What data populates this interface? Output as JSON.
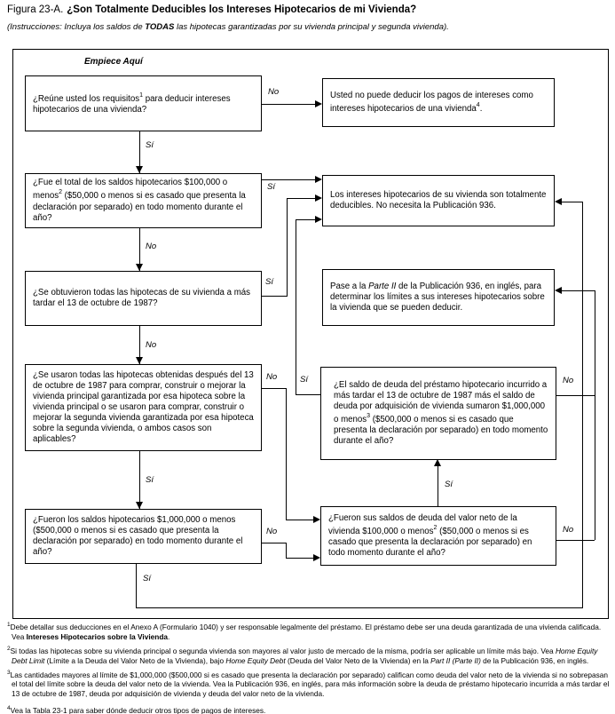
{
  "header": {
    "figure_label": "Figura 23-A.",
    "title": "¿Son Totalmente Deducibles los Intereses Hipotecarios de mi Vivienda?",
    "instructions_pre": "(Instrucciones: Incluya los saldos de ",
    "instructions_bold": "TODAS",
    "instructions_post": " las hipotecas garantizadas por su vivienda principal y segunda vivienda)."
  },
  "flowchart": {
    "start_label": "Empiece Aquí",
    "yes": "Sí",
    "no": "No",
    "boxes": {
      "q1": {
        "pre": "¿Reúne usted los requisitos",
        "sup": "1",
        "post": " para deducir intereses hipotecarios de una vivienda?"
      },
      "no_deduct": {
        "pre": "Usted no puede deducir los pagos de intereses como intereses hipotecarios de una vivienda",
        "sup": "4",
        "post": "."
      },
      "q2": {
        "pre": "¿Fue el total de los saldos hipotecarios $100,000 o menos",
        "sup": "2",
        "post": " ($50,000 o menos si es casado que presenta la declaración por separado) en todo momento durante el año?"
      },
      "fully_deductible": {
        "text": "Los intereses hipotecarios de su vivienda son totalmente deducibles. No necesita la Publicación 936."
      },
      "q3": {
        "text": "¿Se obtuvieron todas las hipotecas de su vivienda a más tardar el 13 de octubre de 1987?"
      },
      "part2": {
        "pre": "Pase a la ",
        "italic": "Parte II",
        "post": " de la Publicación 936, en inglés, para determinar los límites a sus intereses hipotecarios sobre la vivienda que se pueden deducir."
      },
      "q4": {
        "text": "¿Se usaron todas las hipotecas obtenidas después del 13 de octubre de 1987 para comprar, construir o mejorar la vivienda principal garantizada por esa hipoteca sobre la vivienda principal o se usaron para comprar, construir o mejorar la segunda vivienda garantizada por esa hipoteca sobre la segunda vivienda, o ambos casos son aplicables?"
      },
      "q_grandfathered": {
        "pre": "¿El saldo de deuda del préstamo hipotecario incurrido a más tardar el 13 de octubre de 1987 más el saldo de deuda por adquisición de vivienda sumaron $1,000,000 o menos",
        "sup": "3",
        "post": " ($500,000 o menos si es casado que presenta la declaración por separado) en todo momento durante el año?"
      },
      "q5": {
        "text": "¿Fueron los saldos hipotecarios $1,000,000 o menos ($500,000 o menos si es casado que presenta la declaración por separado) en todo momento durante el año?"
      },
      "q_home_equity": {
        "pre": "¿Fueron sus saldos de deuda del valor neto de la vivienda $100,000 o menos",
        "sup": "2",
        "post": " ($50,000 o menos si es casado que presenta la declaración por separado) en todo momento durante el año?"
      }
    }
  },
  "footnotes": [
    {
      "parts": [
        {
          "v": "1"
        },
        {
          "v": "Debe detallar sus deducciones en el Anexo A (Formulario 1040) y ser responsable legalmente del préstamo. El préstamo debe ser una deuda garantizada de una vivienda calificada. Vea "
        },
        {
          "v": "Intereses Hipotecarios sobre la Vivienda"
        },
        {
          "v": "."
        }
      ]
    },
    {
      "parts": [
        {
          "v": "2"
        },
        {
          "v": "Si todas las hipotecas sobre su vivienda principal o segunda vivienda son mayores al valor justo de mercado de la misma, podría ser aplicable un límite más bajo. Vea "
        },
        {
          "v": "Home Equity Debt Limit"
        },
        {
          "v": " (Límite a la Deuda del Valor Neto de la Vivienda), bajo "
        },
        {
          "v": "Home Equity Debt"
        },
        {
          "v": " (Deuda del Valor Neto de la Vivienda) en la "
        },
        {
          "v": "Part II (Parte II)"
        },
        {
          "v": " de la Publicación 936, en inglés."
        }
      ]
    },
    {
      "parts": [
        {
          "v": "3"
        },
        {
          "v": "Las cantidades mayores al límite de $1,000,000 ($500,000 si es casado que presenta la declaración por separado) califican como deuda del valor neto de la vivienda si no sobrepasan el total del límite sobre la deuda del valor neto de la vivienda. Vea la Publicación 936, en inglés, para más información sobre la deuda de préstamo hipotecario incurrida a más tardar el 13 de octubre de 1987, deuda por adquisición de vivienda y deuda del valor neto de la vivienda."
        }
      ]
    },
    {
      "parts": [
        {
          "v": "4"
        },
        {
          "v": "Vea la Tabla 23-1 para saber dónde deducir otros tipos de pagos de intereses."
        }
      ]
    }
  ]
}
